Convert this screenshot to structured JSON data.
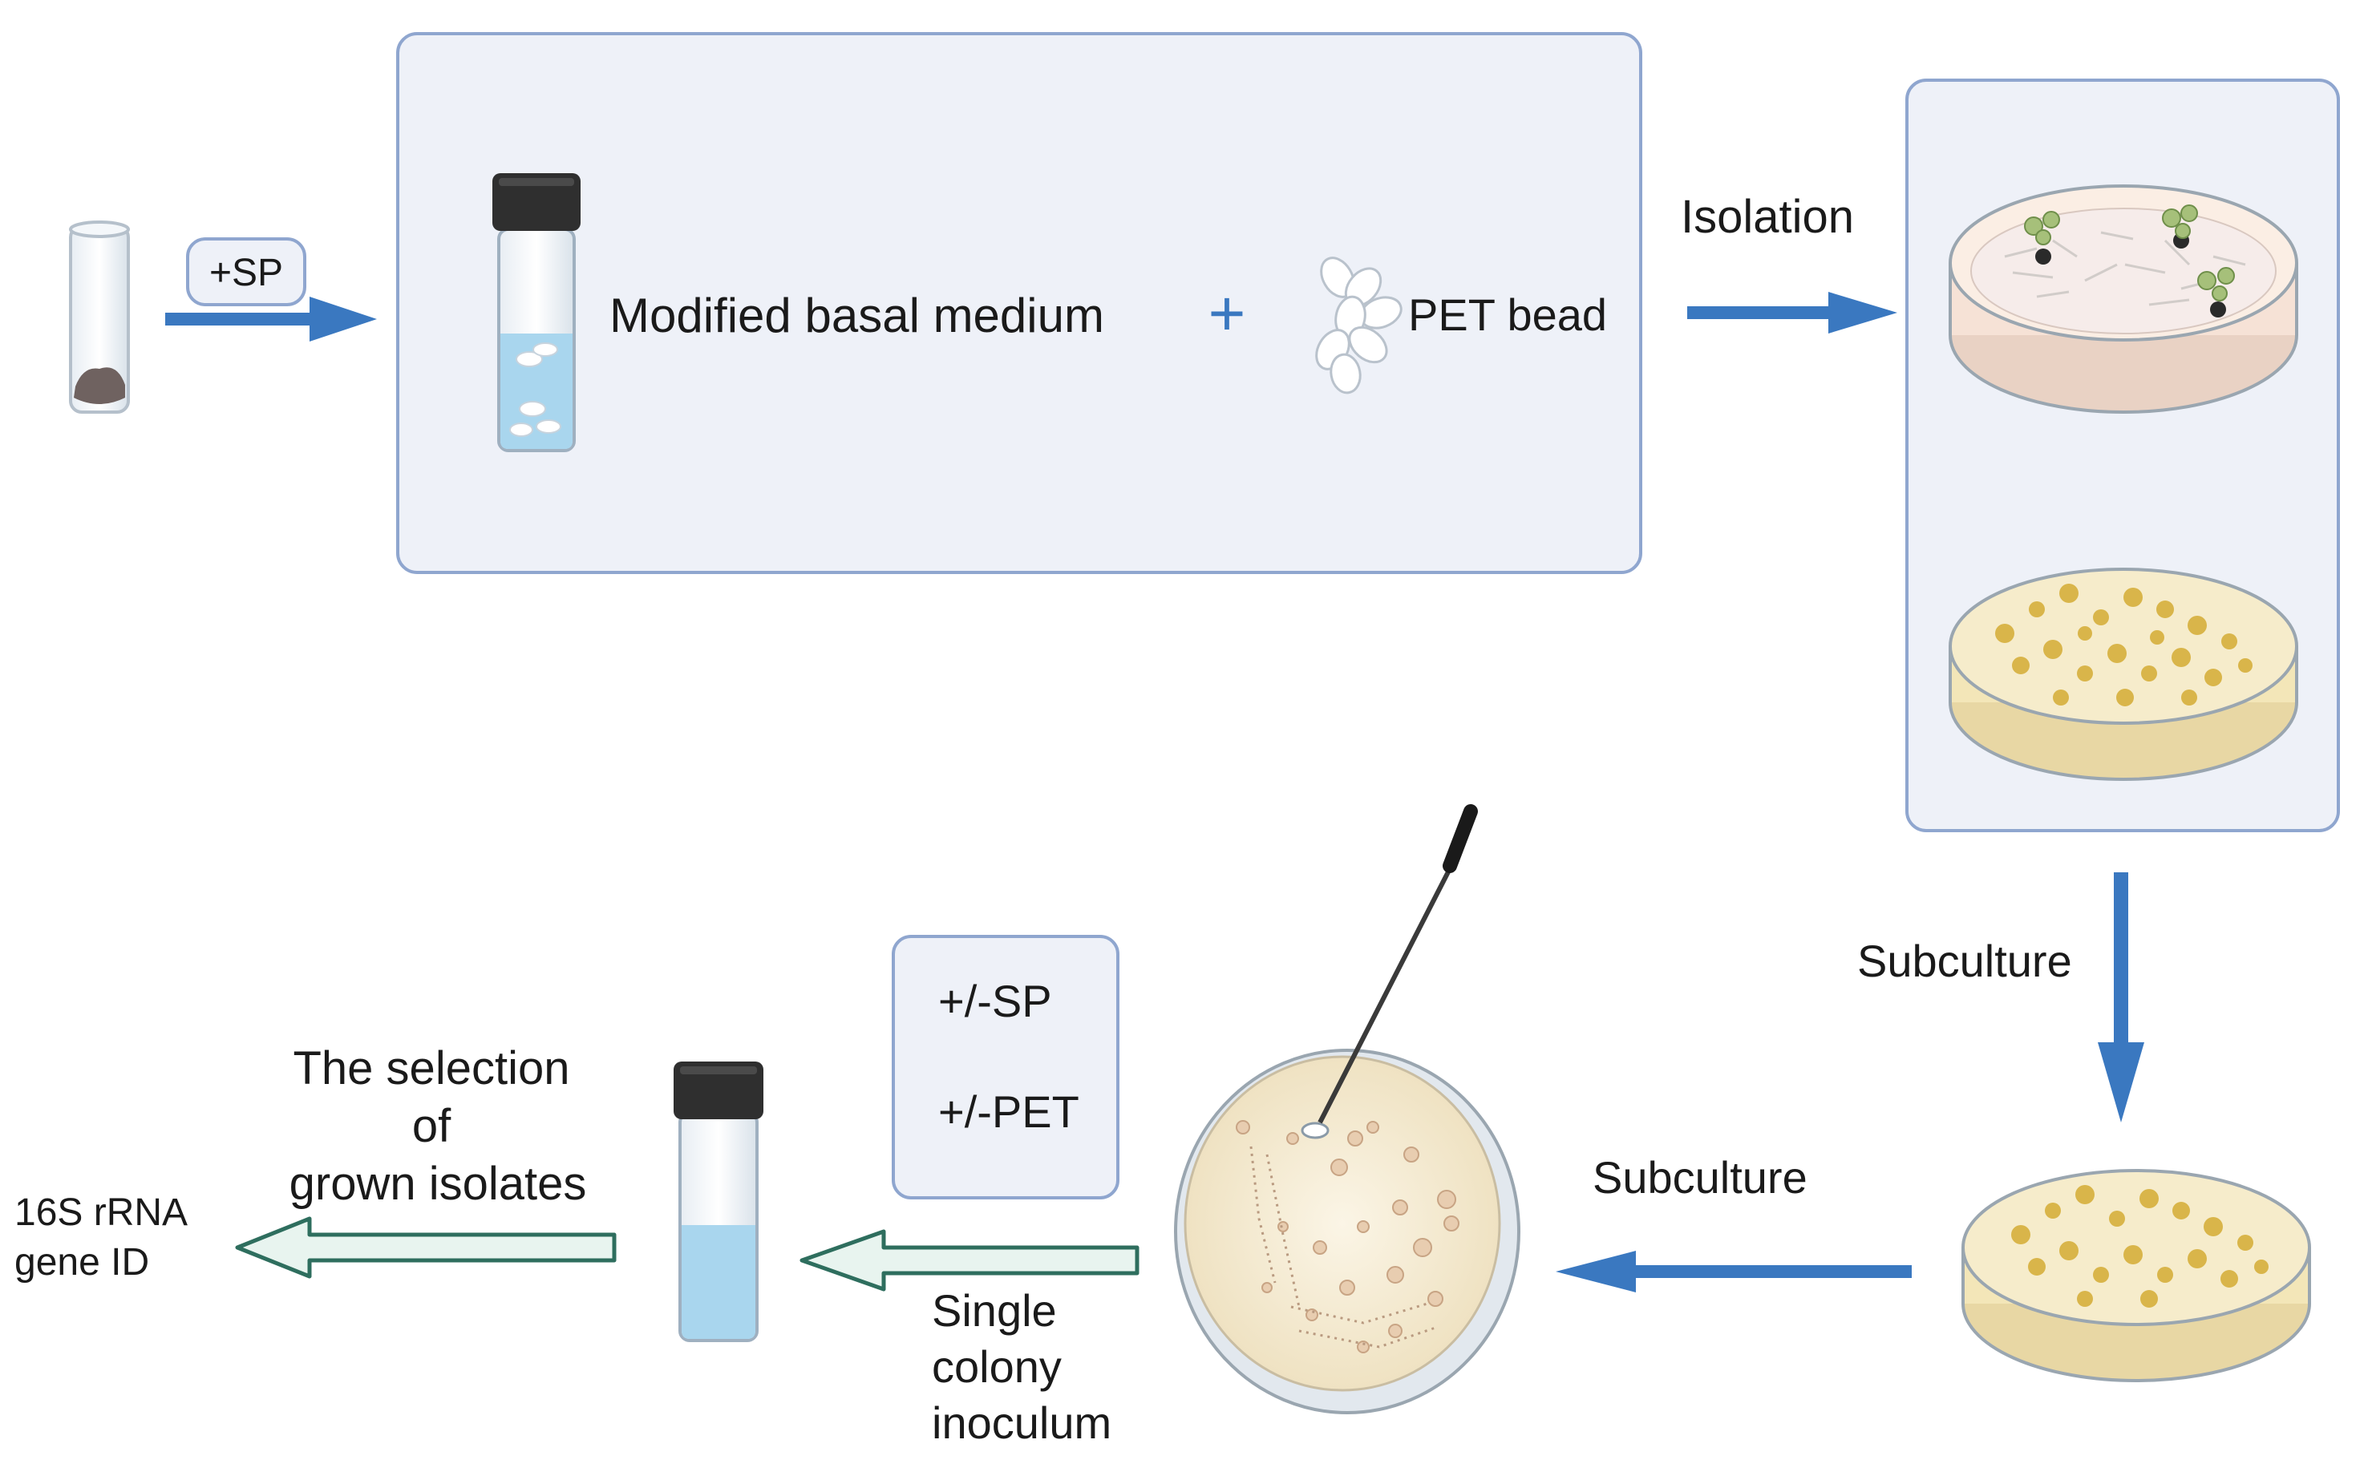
{
  "labels": {
    "sp_tag": "+SP",
    "medium": "Modified basal medium",
    "plus": "+",
    "pet_bead": "PET bead",
    "isolation": "Isolation",
    "subculture_1": "Subculture",
    "subculture_2": "Subculture",
    "sp_option": "+/-SP",
    "pet_option": "+/-PET",
    "selection_line1": "The selection",
    "selection_line2": "of",
    "selection_line3": "grown isolates",
    "output_line1": "16S rRNA",
    "output_line2": "gene ID",
    "inoculum_line1": "Single",
    "inoculum_line2": "colony",
    "inoculum_line3": "inoculum"
  },
  "colors": {
    "panel_fill": "#eef1f8",
    "panel_border": "#8fa6cf",
    "arrow_blue": "#3a78c0",
    "arrow_outline_green": "#2e6e5e",
    "arrow_fill_light": "#e8f4ef",
    "vial_liquid": "#a9d6ee",
    "vial_cap": "#2f2f2f",
    "plate_agar_pink": "#f6e2d6",
    "plate_agar_yellow": "#f3e6b8",
    "colony_gold": "#d9b54a",
    "plate_cream": "#f8f0de"
  },
  "icons": {
    "sample_tube": "sample-tube-icon",
    "vial": "vial-icon",
    "pet_beads": "pet-bead-icon",
    "petri_fungal": "petri-dish-fungal-icon",
    "petri_colonies": "petri-dish-colonies-icon",
    "streak_plate": "streak-plate-icon",
    "inoculation_loop": "inoculation-loop-icon"
  }
}
